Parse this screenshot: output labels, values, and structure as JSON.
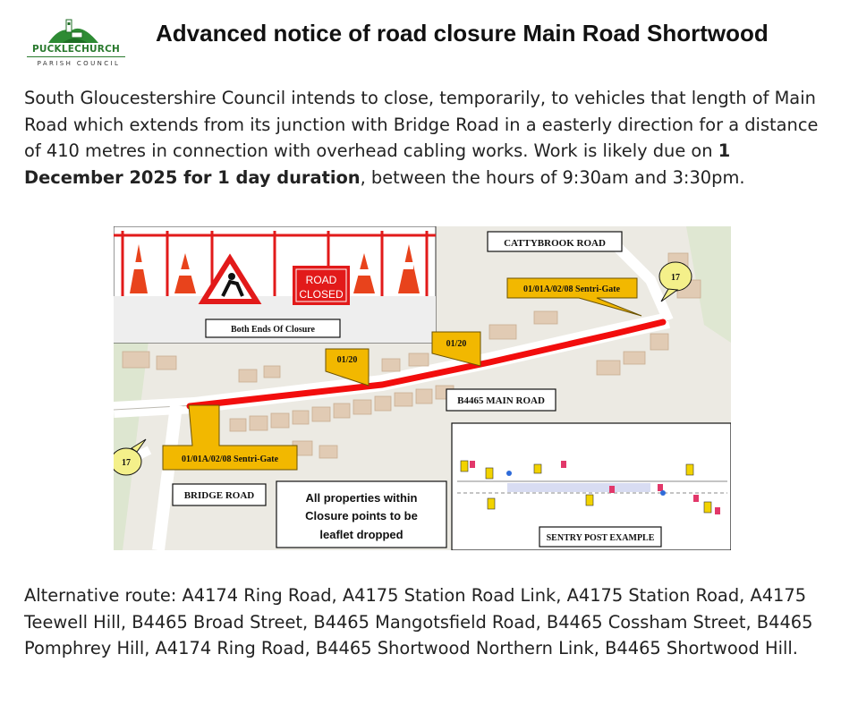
{
  "logo": {
    "name": "PUCKLECHURCH",
    "subtitle": "PARISH COUNCIL"
  },
  "title": "Advanced notice of road closure Main Road Shortwood",
  "intro": {
    "part1": " South Gloucestershire Council intends to close, temporarily, to vehicles that length of Main Road which extends from its junction with Bridge Road in a easterly direction for a distance of 410 metres in connection with overhead cabling works.  Work is likely due on ",
    "bold": "1 December 2025 for 1 day duration",
    "part2": ", between the hours of 9:30am and 3:30pm."
  },
  "map": {
    "sign_road": "ROAD",
    "sign_closed": "CLOSED",
    "both_ends": "Both Ends Of Closure",
    "cattybrook": "CATTYBROOK ROAD",
    "route_17": "17",
    "gate_east": "01/01A/02/08 Sentri-Gate",
    "gate_west": "01/01A/02/08 Sentri-Gate",
    "point_a": "01/20",
    "point_b": "01/20",
    "main_road": "B4465 MAIN ROAD",
    "bridge_road": "BRIDGE ROAD",
    "properties_1": "All properties within",
    "properties_2": "Closure points to be",
    "properties_3": "leaflet dropped",
    "sentry": "SENTRY POST EXAMPLE"
  },
  "alternative": "Alternative route: A4174 Ring Road, A4175 Station Road Link, A4175 Station Road, A4175 Teewell Hill, B4465 Broad Street, B4465 Mangotsfield Road, B4465 Cossham Street, B4465 Pomphrey Hill, A4174 Ring Road, B4465 Shortwood Northern Link, B4465 Shortwood Hill."
}
